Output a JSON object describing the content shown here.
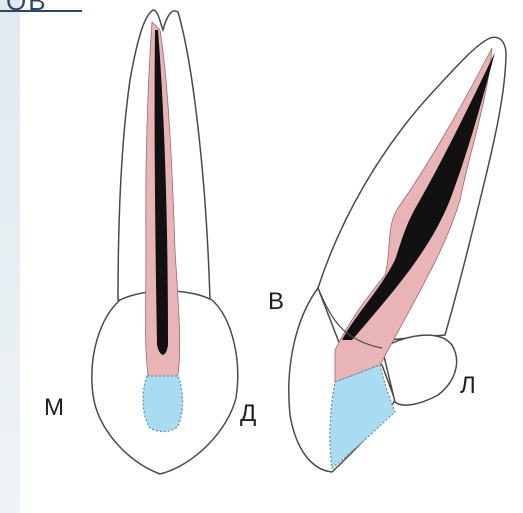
{
  "header_fragment": "ОВ",
  "labels": {
    "mesial": "М",
    "distal": "Д",
    "buccal": "В",
    "lingual": "Л"
  },
  "colors": {
    "outline": "#4a4a4a",
    "pulp": "#e8b4b6",
    "canal": "#111111",
    "crown_fill": "#a8dcf2"
  }
}
